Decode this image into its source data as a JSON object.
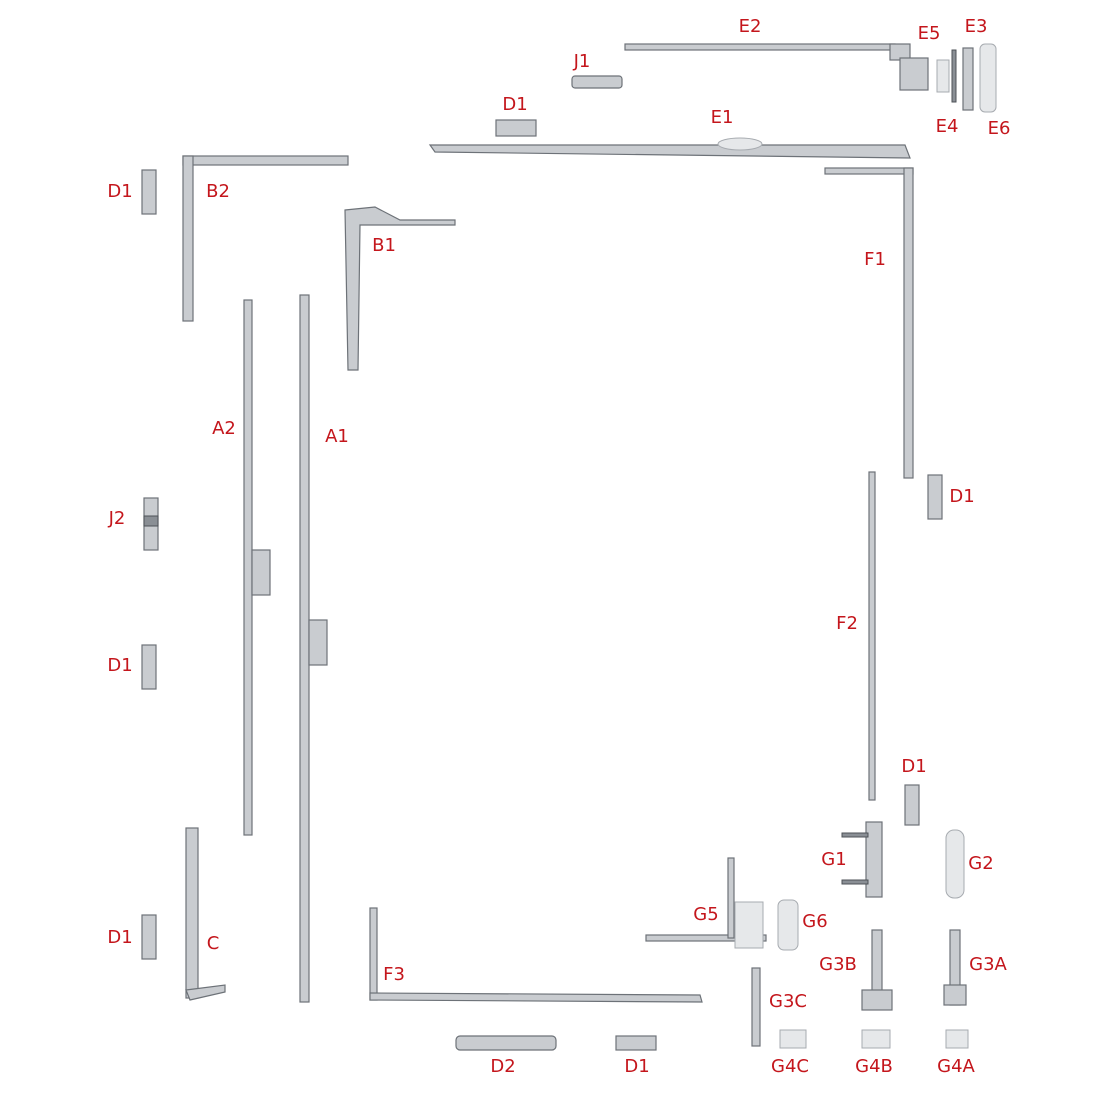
{
  "labels": {
    "E2": "E2",
    "E5": "E5",
    "E3": "E3",
    "J1": "J1",
    "D1": "D1",
    "E1": "E1",
    "E4": "E4",
    "E6": "E6",
    "B2": "B2",
    "B1": "B1",
    "F1": "F1",
    "A2": "A2",
    "A1": "A1",
    "J2": "J2",
    "F2": "F2",
    "G1": "G1",
    "G2": "G2",
    "G5": "G5",
    "G6": "G6",
    "C": "C",
    "G3B": "G3B",
    "G3A": "G3A",
    "F3": "F3",
    "G3C": "G3C",
    "D2": "D2",
    "G4C": "G4C",
    "G4B": "G4B",
    "G4A": "G4A"
  },
  "colors": {
    "label": "#c4161c",
    "metal": "#c9ccd0"
  }
}
